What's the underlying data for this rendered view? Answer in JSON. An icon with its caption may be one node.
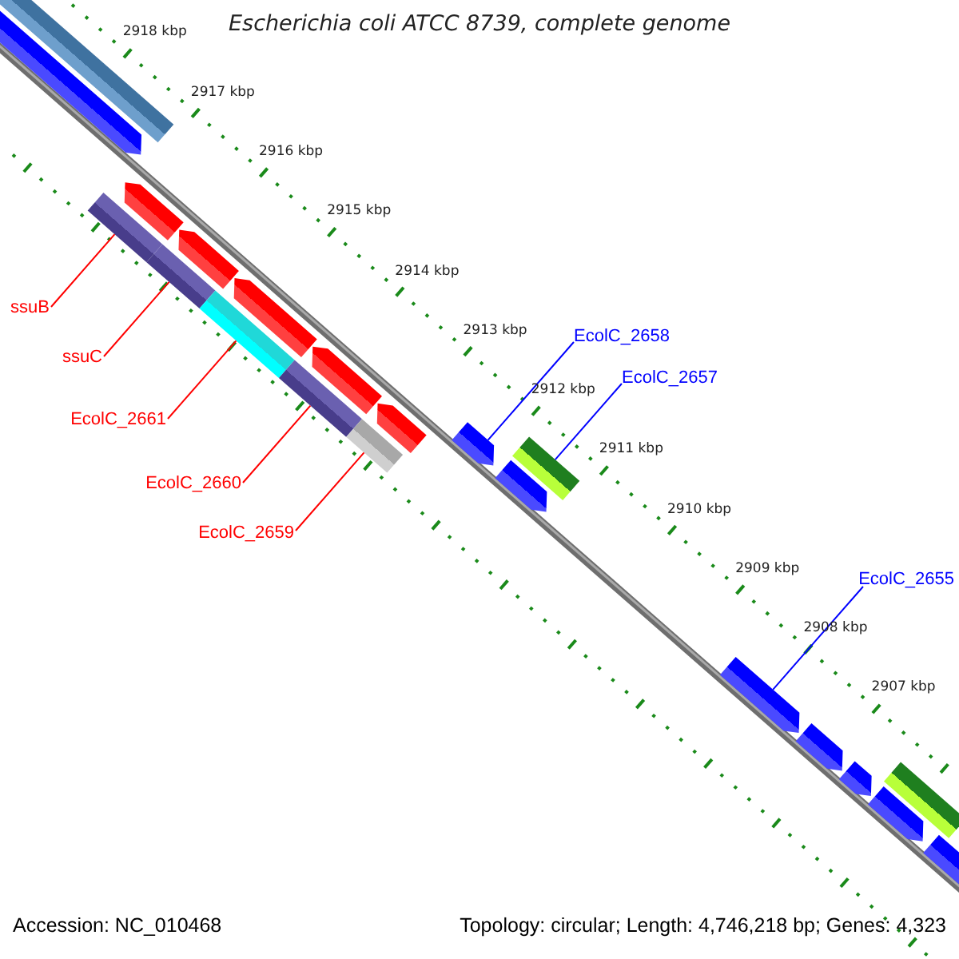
{
  "diagram": {
    "title": "Escherichia coli ATCC 8739, complete genome",
    "nodes": [
      {
        "text": [
          "ssuB"
        ]
      },
      {
        "text": [
          "ssuC"
        ]
      },
      {
        "text": [
          "EcolC_2661"
        ]
      },
      {
        "text": [
          "EcolC_2660"
        ]
      },
      {
        "text": [
          "EcolC_2659"
        ]
      },
      {
        "text": [
          "EcolC_2658"
        ]
      },
      {
        "text": [
          "EcolC_2657"
        ]
      },
      {
        "text": [
          "EcolC_2655"
        ]
      },
      {
        "text": [],
        "shape": "bar"
      },
      {
        "text": [],
        "shape": "arrow"
      },
      {
        "text": [],
        "shape": "bar"
      },
      {
        "text": [],
        "shape": "arrow"
      },
      {
        "text": [],
        "shape": "bar"
      },
      {
        "text": [],
        "shape": "arrow"
      },
      {
        "text": [],
        "shape": "bar"
      },
      {
        "text": [],
        "shape": "arrow"
      },
      {
        "text": [],
        "shape": "bar"
      },
      {
        "text": [],
        "shape": "arrow"
      },
      {
        "text": [],
        "shape": "bar"
      },
      {
        "text": [],
        "shape": "arrow"
      },
      {
        "text": [],
        "shape": "arrow"
      },
      {
        "text": [],
        "shape": "arrow"
      },
      {
        "text": [],
        "shape": "bar"
      },
      {
        "text": [],
        "shape": "arrow"
      },
      {
        "text": [],
        "shape": "arrow"
      },
      {
        "text": [],
        "shape": "arrow"
      },
      {
        "text": [],
        "shape": "bar"
      },
      {
        "text": [],
        "shape": "arrow"
      },
      {
        "text": [],
        "shape": "arrow"
      }
    ],
    "edges": [
      {
        "from": 0,
        "to": 10,
        "arrow": "none"
      },
      {
        "from": 1,
        "to": 12,
        "arrow": "none"
      },
      {
        "from": 2,
        "to": 14,
        "arrow": "none"
      },
      {
        "from": 3,
        "to": 16,
        "arrow": "none"
      },
      {
        "from": 4,
        "to": 18,
        "arrow": "none"
      },
      {
        "from": 5,
        "to": 20,
        "arrow": "none",
        "color": "#0000ff"
      },
      {
        "from": 6,
        "to": 22,
        "arrow": "none",
        "color": "#0000ff"
      },
      {
        "from": 7,
        "to": 23,
        "arrow": "none",
        "color": "#0000ff"
      }
    ],
    "labels": [
      "2918 kbp",
      "2917 kbp",
      "2916 kbp",
      "2915 kbp",
      "2914 kbp",
      "2913 kbp",
      "2912 kbp",
      "2911 kbp",
      "2910 kbp",
      "2909 kbp",
      "2908 kbp",
      "2907 kbp",
      "Accession: NC_010468",
      "Topology: circular; Length: 4,746,218 bp; Genes: 4,323"
    ]
  }
}
